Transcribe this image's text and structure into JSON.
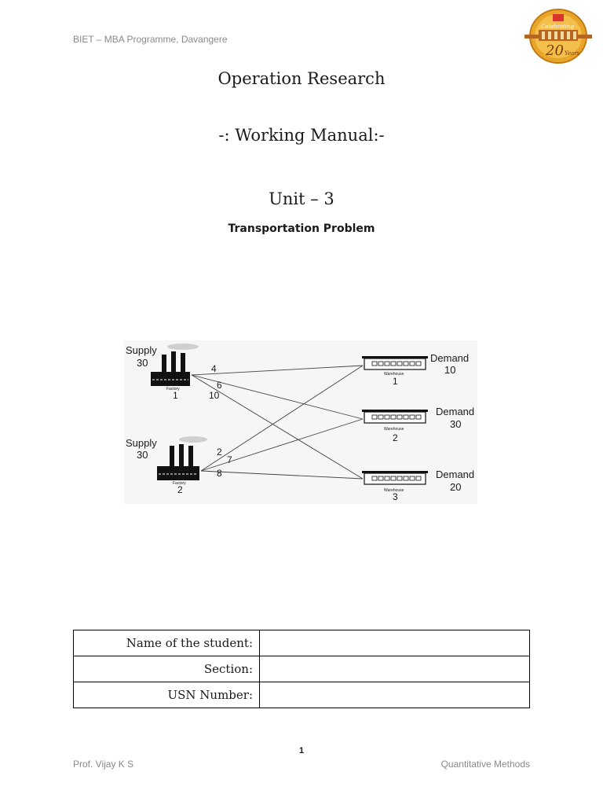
{
  "header": {
    "institution": "BIET – MBA Programme, Davangere"
  },
  "logo": {
    "number": "20",
    "word": "Years",
    "celebrating": "Celebrating"
  },
  "titles": {
    "course": "Operation Research",
    "manual": "-: Working Manual:-",
    "unit": "Unit – 3",
    "topic": "Transportation Problem"
  },
  "diagram": {
    "factories": [
      {
        "supply_label": "Supply",
        "supply": "30",
        "name": "Factory",
        "number": "1"
      },
      {
        "supply_label": "Supply",
        "supply": "30",
        "name": "Factory",
        "number": "2"
      }
    ],
    "warehouses": [
      {
        "demand_label": "Demand",
        "demand": "10",
        "name": "Warehouse",
        "number": "1"
      },
      {
        "demand_label": "Demand",
        "demand": "30",
        "name": "Warehouse",
        "number": "2"
      },
      {
        "demand_label": "Demand",
        "demand": "20",
        "name": "Warehouse",
        "number": "3"
      }
    ],
    "costs": [
      {
        "from": 1,
        "to": 1,
        "cost": "4"
      },
      {
        "from": 1,
        "to": 2,
        "cost": "6"
      },
      {
        "from": 1,
        "to": 3,
        "cost": "10"
      },
      {
        "from": 2,
        "to": 1,
        "cost": "2"
      },
      {
        "from": 2,
        "to": 2,
        "cost": "7"
      },
      {
        "from": 2,
        "to": 3,
        "cost": "8"
      }
    ]
  },
  "form": {
    "rows": [
      {
        "label": "Name of the student:",
        "value": ""
      },
      {
        "label": "Section:",
        "value": ""
      },
      {
        "label": "USN Number:",
        "value": ""
      }
    ]
  },
  "footer": {
    "page": "1",
    "left": "Prof. Vijay K S",
    "right": "Quantitative Methods"
  }
}
